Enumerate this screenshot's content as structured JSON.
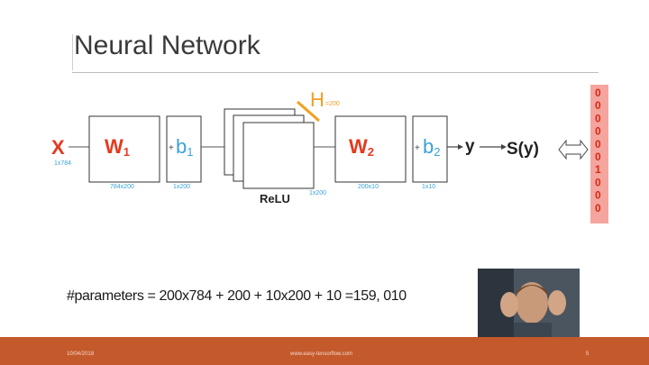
{
  "title": "Neural Network",
  "diagram": {
    "x": "X",
    "x_dim": "1x784",
    "w1": "W",
    "w1_sub": "1",
    "w1_dim": "784x200",
    "b1": "b",
    "b1_sub": "1",
    "b1_dim": "1x200",
    "h": "H",
    "h_dim": "=200",
    "relu": "ReLU",
    "relu_dim": "1x200",
    "w2": "W",
    "w2_sub": "2",
    "w2_dim": "200x10",
    "b2": "b",
    "b2_sub": "2",
    "b2_dim": "1x10",
    "y": "y",
    "sy": "S(y)",
    "mult": "x",
    "plus": "+",
    "onehot": [
      "0",
      "0",
      "0",
      "0",
      "0",
      "0",
      "1",
      "0",
      "0",
      "0"
    ]
  },
  "params_text": "#parameters = 200x784 + 200 + 10x200 + 10 =159, 010",
  "footer": {
    "date": "10/04/2018",
    "source": "www.easy-tensorflow.com",
    "page": "5"
  },
  "colors": {
    "accent": "#c4592b",
    "red": "#e63a1e",
    "blue": "#3aa2d8",
    "orange": "#f0a020"
  }
}
